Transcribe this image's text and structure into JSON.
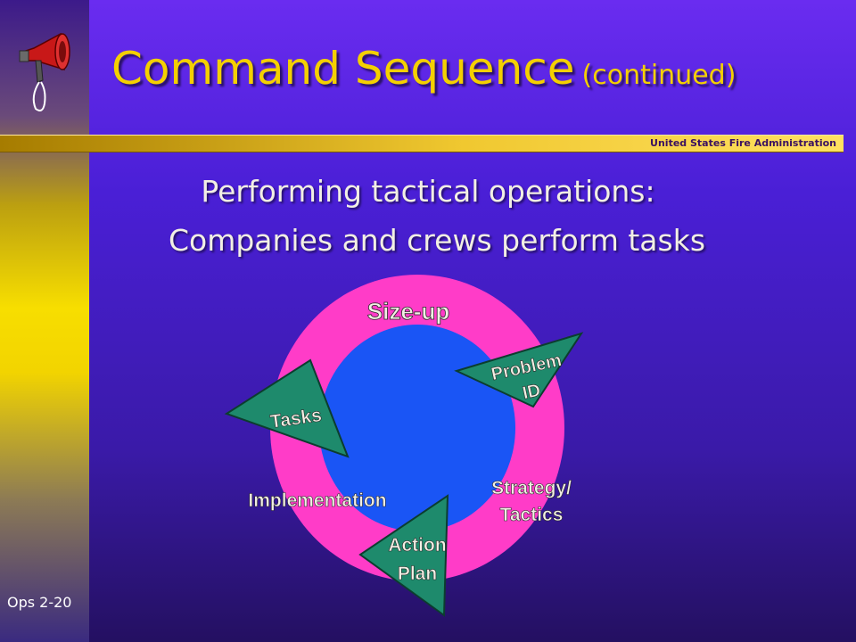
{
  "slide": {
    "title": "Command Sequence",
    "title_suffix": "(continued)",
    "organization": "United States Fire Administration",
    "body_lines": [
      "Performing tactical operations:",
      "Companies and crews perform tasks"
    ],
    "page_label": "Ops 2-20"
  },
  "diagram": {
    "outer_label": "Size-up",
    "labels": {
      "problem": [
        "Problem",
        "ID"
      ],
      "strategy": [
        "Strategy/",
        "Tactics"
      ],
      "action": [
        "Action",
        "Plan"
      ],
      "implementation": "Implementation",
      "tasks": "Tasks"
    }
  },
  "colors": {
    "background": "#4a1fd6",
    "title": "#f4d000",
    "ring": "#ff3cc8",
    "inner_circle": "#1a55f5",
    "arrow": "#1e8a6c"
  },
  "icons": {
    "logo": "megaphone-icon"
  }
}
